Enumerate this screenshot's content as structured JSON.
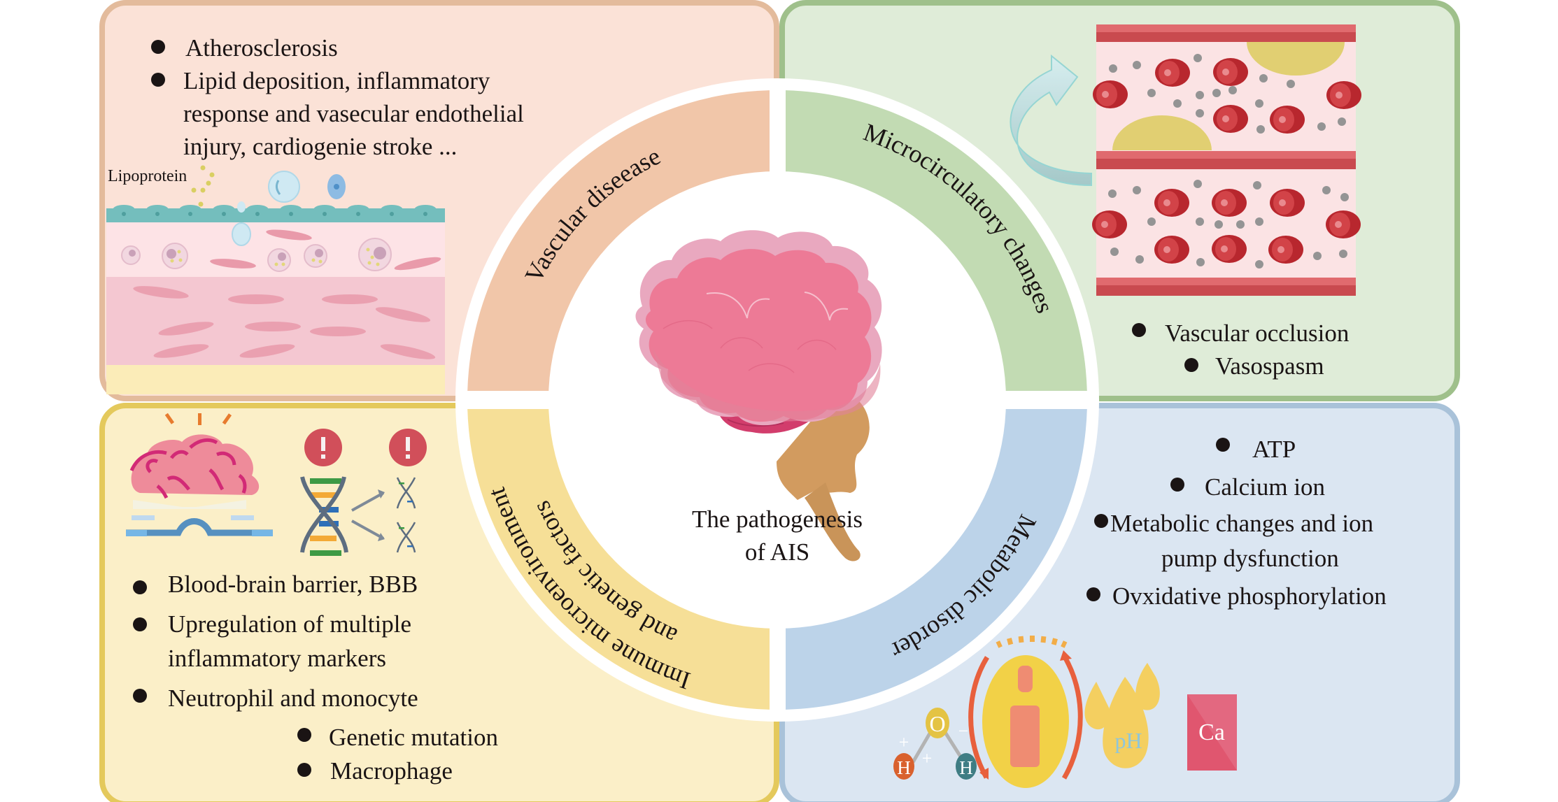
{
  "title": {
    "line1": "The pathogenesis",
    "line2": "of AIS"
  },
  "colors": {
    "vascular_bg": "#fbe2d7",
    "vascular_border": "#e3bb9c",
    "vascular_arc": "#f1c6a9",
    "micro_bg": "#dfecd8",
    "micro_border": "#9fc08b",
    "micro_arc": "#c2dbb3",
    "immune_bg": "#fbefc8",
    "immune_border": "#e4c95c",
    "immune_arc": "#f6df97",
    "metabolic_bg": "#dbe6f2",
    "metabolic_border": "#a9c2d9",
    "metabolic_arc": "#bcd3e9"
  },
  "quadrants": {
    "vascular": {
      "arc_label": "Vascular diseease",
      "bullets": [
        {
          "lines": [
            "Atherosclerosis"
          ]
        },
        {
          "lines": [
            "Lipid deposition, inflammatory",
            "response and vasecular endothelial",
            "injury, cardiogenie stroke ..."
          ]
        }
      ],
      "illustration_label": "Lipoprotein"
    },
    "microcirculatory": {
      "arc_label": "Microcirculatory changes",
      "bullets": [
        "Vascular occlusion",
        "Vasospasm"
      ]
    },
    "immune": {
      "arc_label_line1": "Immune microenvironment",
      "arc_label_line2": "and genetic factors",
      "bullets": [
        {
          "lines": [
            "Blood-brain barrier, BBB"
          ]
        },
        {
          "lines": [
            "Upregulation of multiple",
            "inflammatory markers"
          ]
        },
        {
          "lines": [
            "Neutrophil and monocyte"
          ]
        },
        {
          "lines": [
            "Genetic mutation"
          ]
        },
        {
          "lines": [
            "Macrophage"
          ]
        }
      ]
    },
    "metabolic": {
      "arc_label": "Metabolic disorder",
      "bullets": [
        {
          "lines": [
            "ATP"
          ]
        },
        {
          "lines": [
            "Calcium ion"
          ]
        },
        {
          "lines": [
            "Metabolic changes and ion",
            "pump dysfunction"
          ]
        },
        {
          "lines": [
            "Ovxidative phosphorylation"
          ]
        }
      ],
      "icons": {
        "water_o": "O",
        "water_h": "H",
        "plus": "+",
        "minus": "−",
        "ph": "pH",
        "ca": "Ca"
      }
    }
  }
}
